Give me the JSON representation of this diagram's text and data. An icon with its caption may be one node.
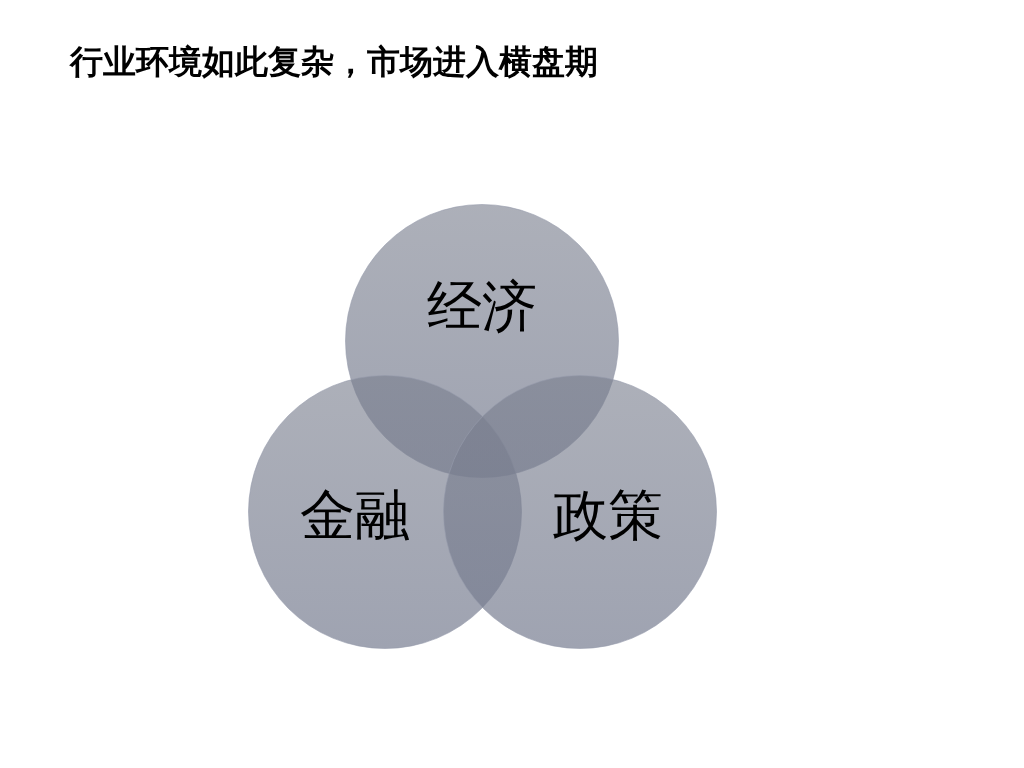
{
  "diagram": {
    "title": "行业环境如此复杂，市场进入横盘期",
    "nodes": [
      {
        "text": [
          "经济"
        ]
      },
      {
        "text": [
          "金融"
        ]
      },
      {
        "text": [
          "政策"
        ]
      }
    ]
  }
}
